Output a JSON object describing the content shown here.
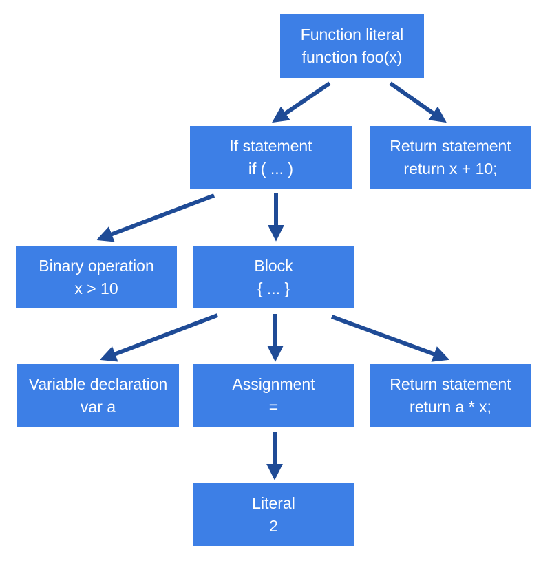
{
  "colors": {
    "node_fill": "#3d7fe6",
    "node_text": "#ffffff",
    "arrow": "#1f4b96",
    "background": "#ffffff"
  },
  "nodes": {
    "function_literal": {
      "title": "Function literal",
      "detail": "function foo(x)"
    },
    "if_statement": {
      "title": "If statement",
      "detail": "if ( ... )"
    },
    "return_statement_top": {
      "title": "Return statement",
      "detail": "return x + 10;"
    },
    "binary_operation": {
      "title": "Binary operation",
      "detail": "x > 10"
    },
    "block": {
      "title": "Block",
      "detail": "{ ... }"
    },
    "variable_declaration": {
      "title": "Variable declaration",
      "detail": "var a"
    },
    "assignment": {
      "title": "Assignment",
      "detail": "="
    },
    "return_statement_bottom": {
      "title": "Return statement",
      "detail": "return a * x;"
    },
    "literal": {
      "title": "Literal",
      "detail": "2"
    }
  },
  "edges": [
    {
      "from": "function_literal",
      "to": "if_statement"
    },
    {
      "from": "function_literal",
      "to": "return_statement_top"
    },
    {
      "from": "if_statement",
      "to": "binary_operation"
    },
    {
      "from": "if_statement",
      "to": "block"
    },
    {
      "from": "block",
      "to": "variable_declaration"
    },
    {
      "from": "block",
      "to": "assignment"
    },
    {
      "from": "block",
      "to": "return_statement_bottom"
    },
    {
      "from": "assignment",
      "to": "literal"
    }
  ]
}
